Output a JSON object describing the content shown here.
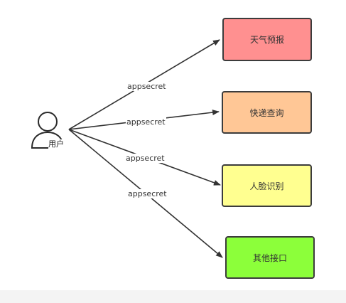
{
  "diagram": {
    "actor": {
      "label": "用户",
      "icon": "user-icon"
    },
    "targets": [
      {
        "label": "天气预报",
        "color": "#ff9090"
      },
      {
        "label": "快递查询",
        "color": "#ffc796"
      },
      {
        "label": "人脸识别",
        "color": "#ffff90"
      },
      {
        "label": "其他接口",
        "color": "#8cff3a"
      }
    ],
    "edges": [
      {
        "label": "appsecret",
        "to": "天气预报"
      },
      {
        "label": "appsecret",
        "to": "快递查询"
      },
      {
        "label": "appsecret",
        "to": "人脸识别"
      },
      {
        "label": "appsecret",
        "to": "其他接口"
      }
    ]
  }
}
